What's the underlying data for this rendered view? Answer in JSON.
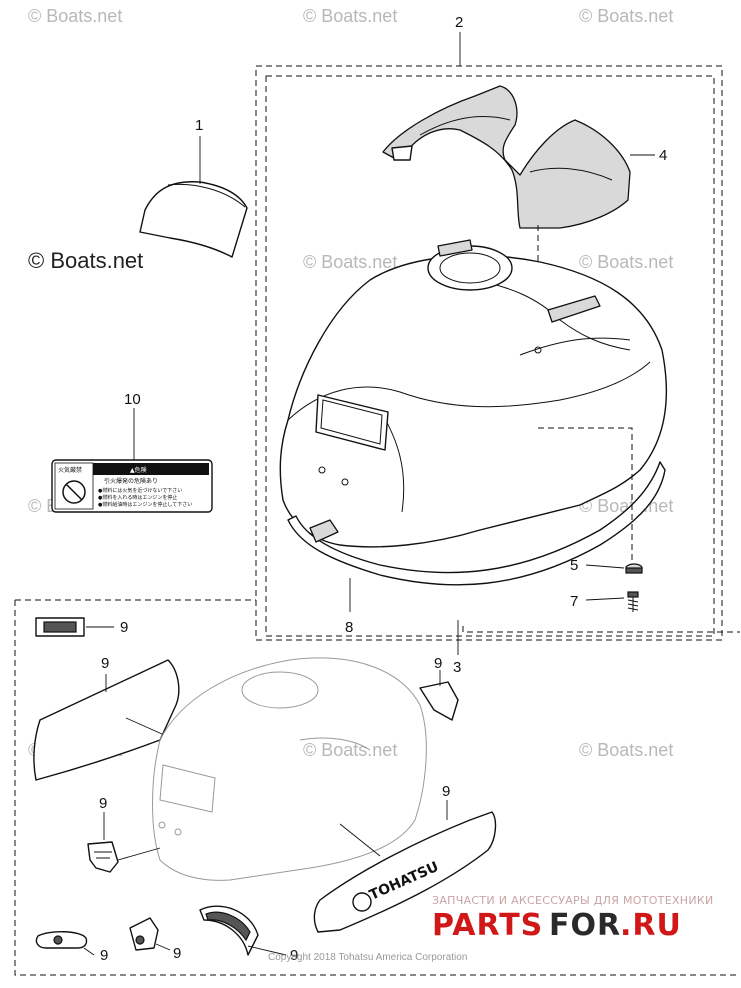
{
  "watermarks": {
    "boats": "© Boats.net",
    "boats_dark": "© Boats.net"
  },
  "callouts": {
    "c1": "1",
    "c2": "2",
    "c3": "3",
    "c4": "4",
    "c5": "5",
    "c7": "7",
    "c8": "8",
    "c10": "10",
    "c9a": "9",
    "c9b": "9",
    "c9c": "9",
    "c9d": "9",
    "c9e": "9",
    "c9f": "9",
    "c9g": "9",
    "c9h": "9"
  },
  "warning_label": {
    "left_header": "火気厳禁",
    "right_header": "▲危険",
    "line1": "引火爆発の危険あり",
    "line2": "●燃料には火気を近づけないで下さい",
    "line3": "●燃料を入れる時はエンジンを停止",
    "line4": "●燃料給油時はエンジンを停止して下さい"
  },
  "decal": {
    "brand": "TOHATSU"
  },
  "copyright": "Copyright 2018 Tohatsu America Corporation",
  "site_watermark": {
    "tagline": "ЗАПЧАСТИ И АКСЕССУАРЫ ДЛЯ МОТОТЕХНИКИ",
    "logo_part1": "PARTS",
    "logo_part2": "FOR",
    "logo_part3": ".RU",
    "color_main": "#d01818",
    "color_accent": "#2a2a2a"
  }
}
